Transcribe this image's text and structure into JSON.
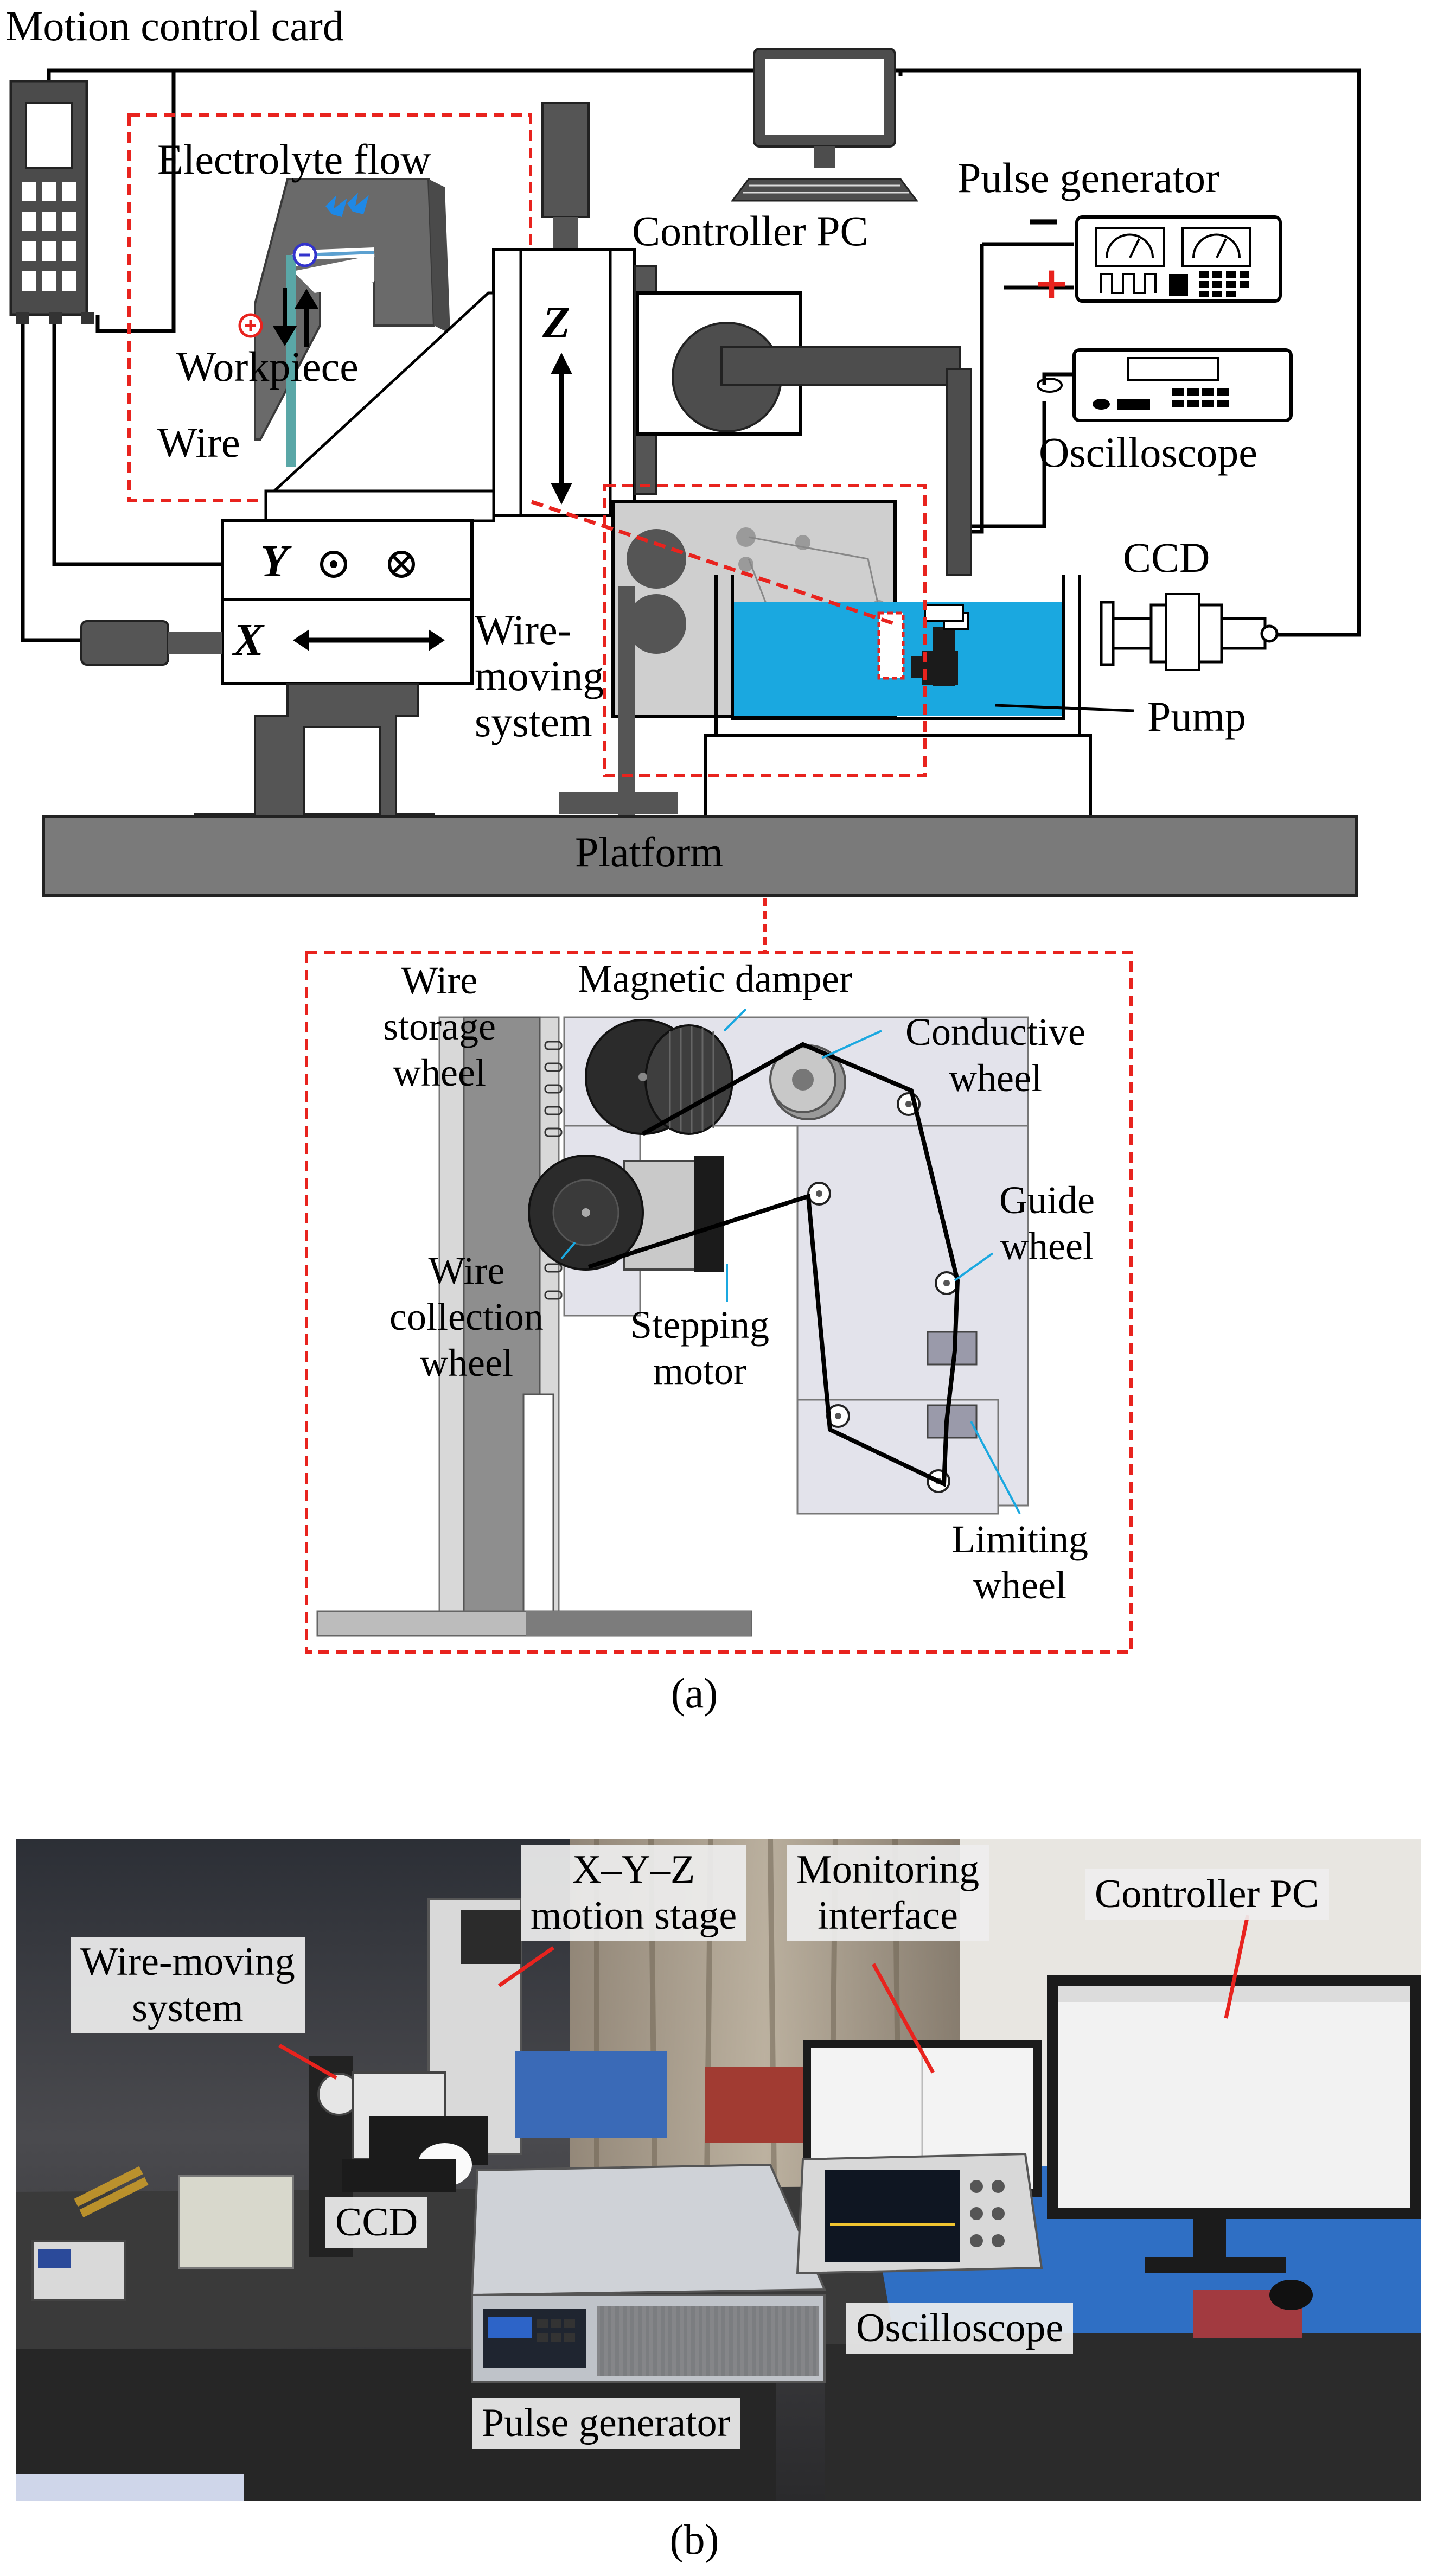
{
  "part_a": {
    "caption": "(a)",
    "labels": {
      "motion_control_card": "Motion control card",
      "electrolyte_flow": "Electrolyte flow",
      "workpiece": "Workpiece",
      "wire": "Wire",
      "controller_pc": "Controller PC",
      "pulse_generator": "Pulse generator",
      "oscilloscope": "Oscilloscope",
      "ccd": "CCD",
      "pump": "Pump",
      "wire_moving_system": [
        "Wire-",
        "moving",
        "system"
      ],
      "platform": "Platform",
      "axis_z": "Z",
      "axis_y": "Y",
      "axis_x": "X",
      "minus_sign": "−",
      "plus_sign": "+"
    },
    "detail_labels": {
      "wire_storage_wheel": [
        "Wire",
        "storage",
        "wheel"
      ],
      "magnetic_damper": "Magnetic damper",
      "conductive_wheel": [
        "Conductive",
        "wheel"
      ],
      "guide_wheel": [
        "Guide",
        "wheel"
      ],
      "wire_collection_wheel": [
        "Wire",
        "collection",
        "wheel"
      ],
      "stepping_motor": [
        "Stepping",
        "motor"
      ],
      "limiting_wheel": [
        "Limiting",
        "wheel"
      ]
    }
  },
  "part_b": {
    "caption": "(b)",
    "labels": {
      "xyz_stage": [
        "X–Y–Z",
        "motion stage"
      ],
      "monitoring_interface": [
        "Monitoring",
        "interface"
      ],
      "controller_pc": "Controller PC",
      "wire_moving_system": [
        "Wire-moving",
        "system"
      ],
      "ccd": "CCD",
      "oscilloscope": "Oscilloscope",
      "pulse_generator": "Pulse generator"
    }
  },
  "colors": {
    "accent_red": "#e8231e",
    "electrolyte_blue": "#1aa8e0",
    "dark_gray": "#5a5a5a",
    "platform_gray": "#7a7a7a",
    "label_highlight": "#eeeeee"
  }
}
